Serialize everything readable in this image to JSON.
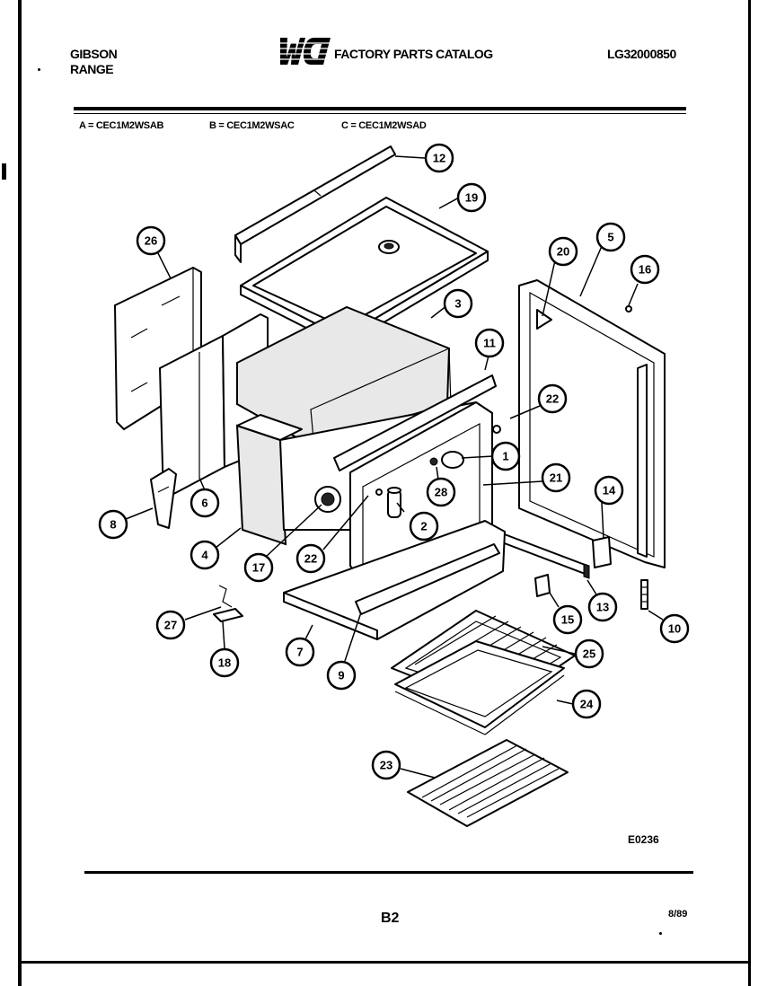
{
  "header": {
    "brand_line1": "GIBSON",
    "brand_line2": "RANGE",
    "logo_text": "WCI",
    "catalog_title": "FACTORY PARTS CATALOG",
    "catalog_number": "LG32000850"
  },
  "models": {
    "a": "A = CEC1M2WSAB",
    "b": "B = CEC1M2WSAC",
    "c": "C = CEC1M2WSAD"
  },
  "callouts": [
    "12",
    "19",
    "26",
    "3",
    "20",
    "5",
    "16",
    "11",
    "22",
    "1",
    "21",
    "28",
    "14",
    "8",
    "6",
    "4",
    "17",
    "22",
    "2",
    "13",
    "15",
    "10",
    "27",
    "7",
    "9",
    "25",
    "18",
    "24",
    "23"
  ],
  "footer": {
    "figure_code": "E0236",
    "page": "B2",
    "date": "8/89"
  }
}
